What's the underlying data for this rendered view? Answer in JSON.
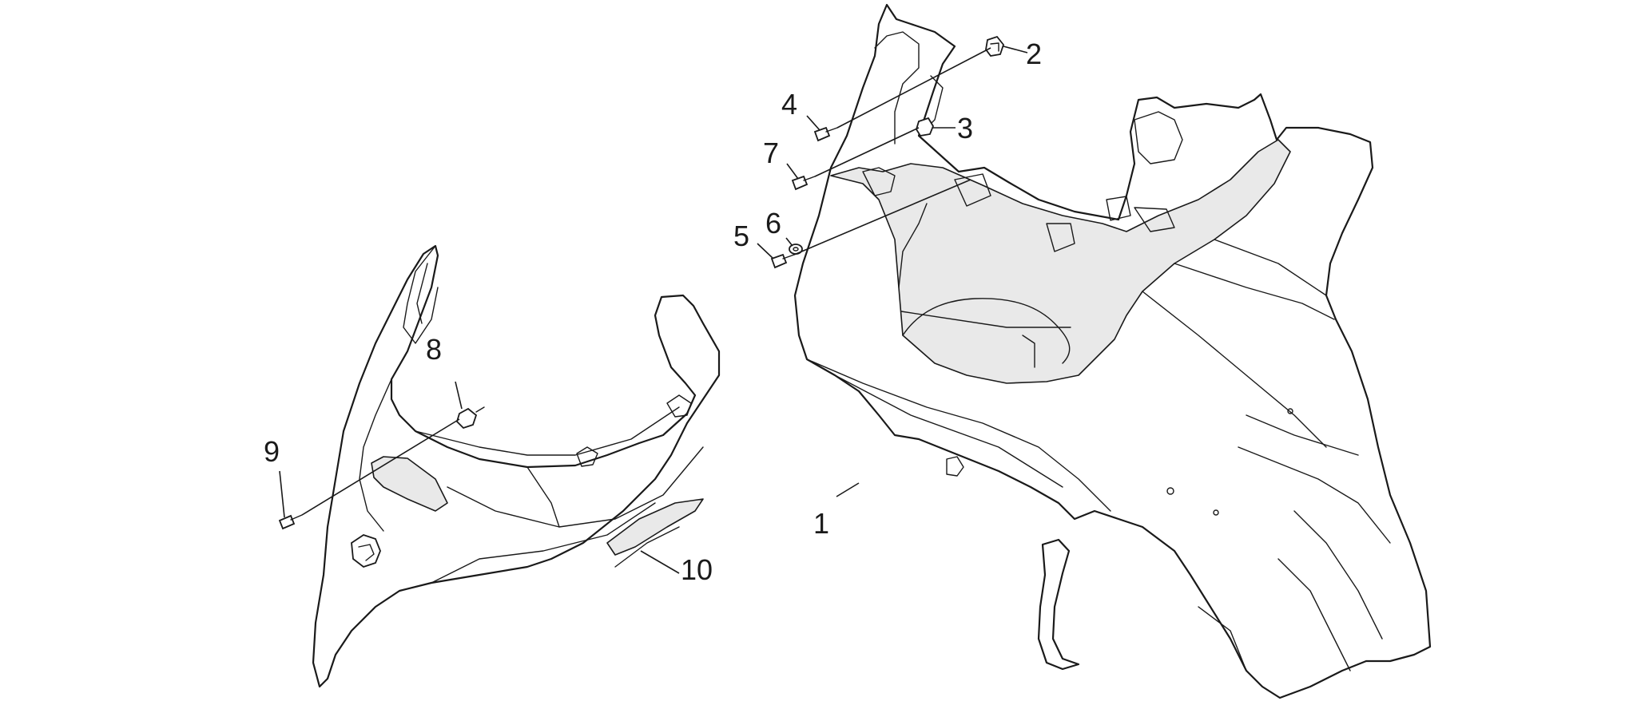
{
  "diagram": {
    "callouts": [
      "1",
      "2",
      "3",
      "4",
      "5",
      "6",
      "7",
      "8",
      "9",
      "10"
    ],
    "colors": {
      "line": "#1a1a1a",
      "background": "#ffffff",
      "shade": "#e9e9e9"
    }
  }
}
